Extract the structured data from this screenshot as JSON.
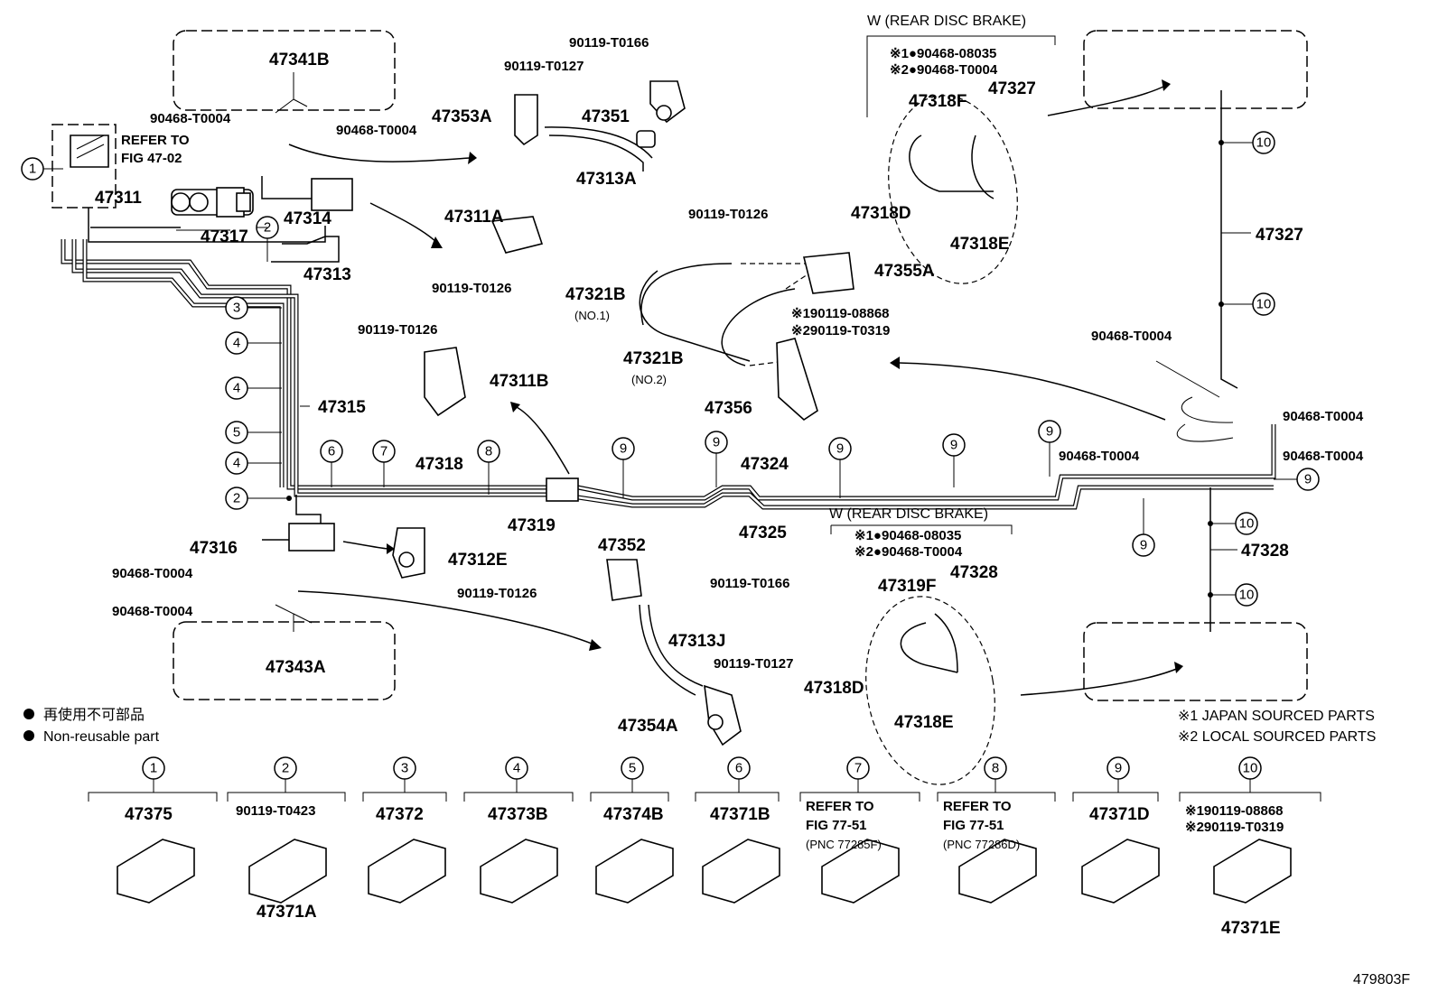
{
  "diagram_id": "479803F",
  "legend": {
    "jp": "再使用不可部品",
    "en": "Non-reusable part"
  },
  "sourcing_notes": {
    "japan": "※1 JAPAN SOURCED PARTS",
    "local": "※2 LOCAL SOURCED PARTS"
  },
  "refer_to_fig_47_02": [
    "REFER TO",
    "FIG 47-02"
  ],
  "rear_disc_brake_title": "W (REAR DISC BRAKE)",
  "labels": {
    "p47341B": "47341B",
    "p47343A": "47343A",
    "p47311": "47311",
    "p47314": "47314",
    "p47317": "47317",
    "p47313": "47313",
    "p47315": "47315",
    "p47316": "47316",
    "p47318": "47318",
    "p47319": "47319",
    "p47324": "47324",
    "p47325": "47325",
    "p47327": "47327",
    "p47328": "47328",
    "p47353A": "47353A",
    "p47351": "47351",
    "p47313A": "47313A",
    "p47311A": "47311A",
    "p47311B": "47311B",
    "p47312E": "47312E",
    "p47321B_1": "47321B",
    "p47321B_1_sub": "(NO.1)",
    "p47321B_2": "47321B",
    "p47321B_2_sub": "(NO.2)",
    "p47355A": "47355A",
    "p47356": "47356",
    "p47352": "47352",
    "p47313J": "47313J",
    "p47354A": "47354A",
    "p47318F": "47318F",
    "p47327_top": "47327",
    "p47318D_top": "47318D",
    "p47318E_top": "47318E",
    "p47319F": "47319F",
    "p47328_mid": "47328",
    "p47318D_bot": "47318D",
    "p47318E_bot": "47318E",
    "b90119_T0166_top": "90119-T0166",
    "b90119_T0127_top": "90119-T0127",
    "b90119_T0126_a": "90119-T0126",
    "b90119_T0126_b": "90119-T0126",
    "b90119_T0126_c": "90119-T0126",
    "b90119_T0126_d": "90119-T0126",
    "b90119_T0166_bot": "90119-T0166",
    "b90119_T0127_bot": "90119-T0127",
    "n90468_T0004_a": "90468-T0004",
    "n90468_T0004_b": "90468-T0004",
    "n90468_T0004_c": "90468-T0004",
    "n90468_T0004_d": "90468-T0004",
    "n90468_T0004_e": "90468-T0004",
    "n90468_T0004_f": "90468-T0004",
    "n90468_T0004_g": "90468-T0004",
    "n90468_T0004_h": "90468-T0004",
    "rdb_top_1": "※1●90468-08035",
    "rdb_top_2": "※2●90468-T0004",
    "rdb_bot_1": "※1●90468-08035",
    "rdb_bot_2": "※2●90468-T0004",
    "bolt_alt_1": "※190119-08868",
    "bolt_alt_2": "※290119-T0319"
  },
  "callouts": {
    "c1": "1",
    "c2": "2",
    "c3": "3",
    "c4": "4",
    "c5": "5",
    "c6": "6",
    "c7": "7",
    "c8": "8",
    "c9": "9",
    "c10": "10"
  },
  "clamp_table": [
    {
      "num": "1",
      "part": "47375"
    },
    {
      "num": "2",
      "part": "47371A",
      "bolt": "90119-T0423"
    },
    {
      "num": "3",
      "part": "47372"
    },
    {
      "num": "4",
      "part": "47373B"
    },
    {
      "num": "5",
      "part": "47374B"
    },
    {
      "num": "6",
      "part": "47371B"
    },
    {
      "num": "7",
      "refer": [
        "REFER TO",
        "FIG 77-51",
        "(PNC 77285F)"
      ]
    },
    {
      "num": "8",
      "refer": [
        "REFER TO",
        "FIG 77-51",
        "(PNC 77286D)"
      ]
    },
    {
      "num": "9",
      "part": "47371D"
    },
    {
      "num": "10",
      "part": "47371E",
      "bolts": [
        "※190119-08868",
        "※290119-T0319"
      ]
    }
  ]
}
